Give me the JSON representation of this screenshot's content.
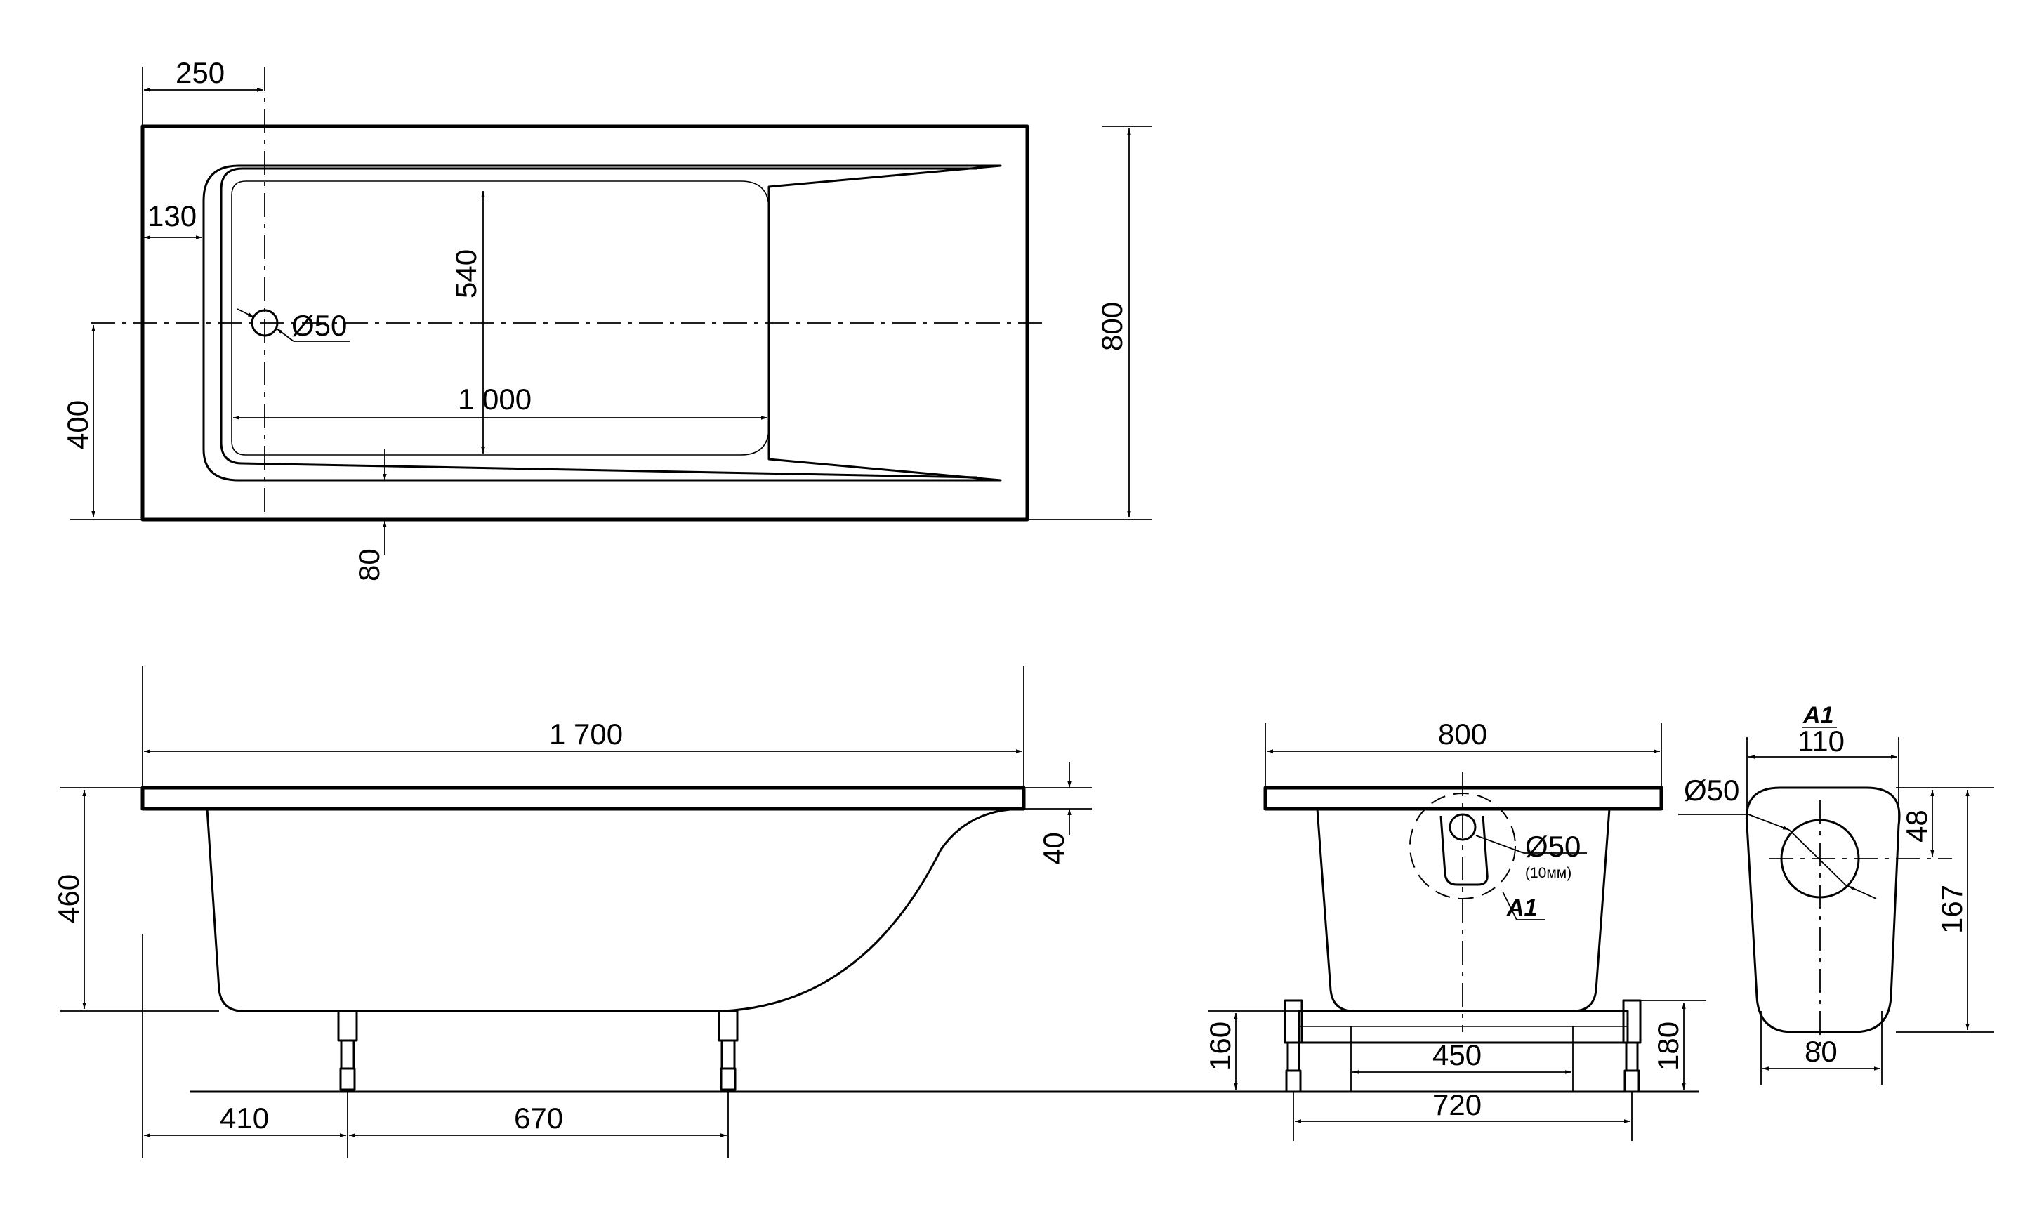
{
  "top_view": {
    "offset_250": "250",
    "wall_130": "130",
    "inner_540": "540",
    "drain_dia": "Ø50",
    "length_1000": "1 000",
    "rim_80": "80",
    "axis_400": "400",
    "width_800": "800"
  },
  "side_view": {
    "length_1700": "1 700",
    "height_460": "460",
    "rim_40": "40",
    "leg_410": "410",
    "leg_670": "670"
  },
  "end_view": {
    "width_800": "800",
    "drain_dia": "Ø50",
    "drain_note": "(10мм)",
    "callout": "A1",
    "leg_450": "450",
    "leg_720": "720",
    "height_160": "160",
    "height_180": "180"
  },
  "detail_a1": {
    "title": "A1",
    "width_110": "110",
    "drain_dia": "Ø50",
    "offset_48": "48",
    "height_167": "167",
    "bottom_80": "80"
  }
}
